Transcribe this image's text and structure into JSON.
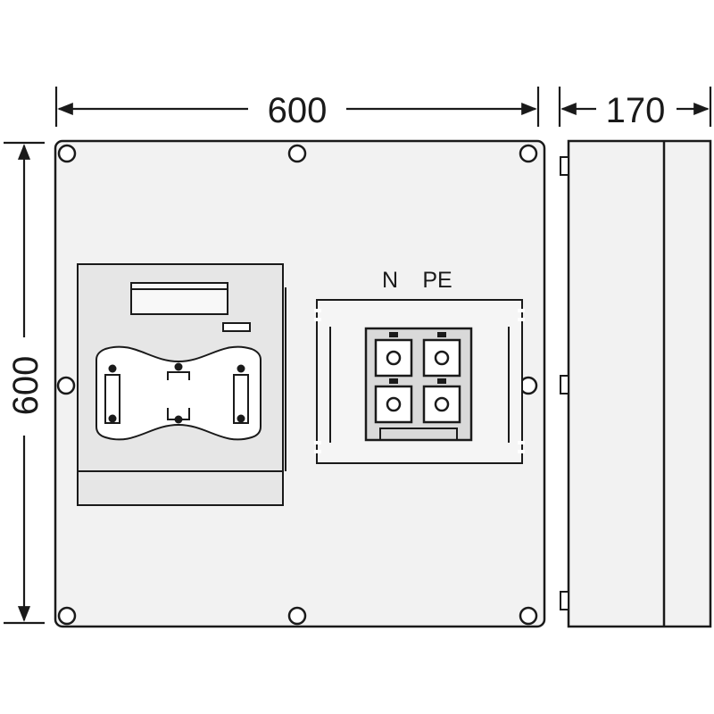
{
  "dimensions": {
    "width_label": "600",
    "height_label": "600",
    "depth_label": "170"
  },
  "terminals": {
    "n_label": "N",
    "pe_label": "PE"
  },
  "colors": {
    "stroke": "#1a1a1a",
    "panel_fill": "#f2f2f2",
    "module_fill": "#e6e6e6",
    "background": "#ffffff"
  }
}
